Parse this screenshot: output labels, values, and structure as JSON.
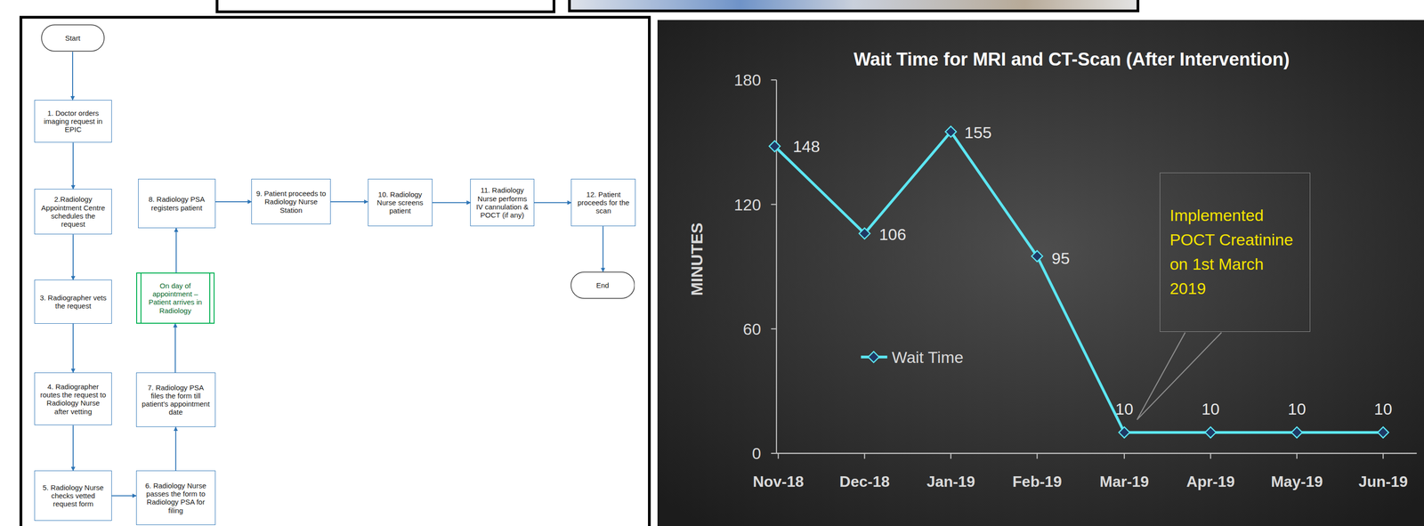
{
  "diagram": {
    "nodes": [
      {
        "text": [
          "Start"
        ]
      },
      {
        "text": [
          "1. Doctor orders imaging request in EPIC"
        ]
      },
      {
        "text": [
          "2.Radiology Appointment Centre schedules the request"
        ]
      },
      {
        "text": [
          "3. Radiographer vets the request"
        ]
      },
      {
        "text": [
          "4. Radiographer routes the request to Radiology Nurse after vetting"
        ]
      },
      {
        "text": [
          "5. Radiology Nurse checks vetted request form"
        ]
      },
      {
        "text": [
          "6. Radiology Nurse passes the form to Radiology PSA for filing"
        ]
      },
      {
        "text": [
          "7. Radiology PSA files the form till patient's appointment date"
        ]
      },
      {
        "text": [
          "On day of appointment – Patient arrives in Radiology"
        ]
      },
      {
        "text": [
          "8. Radiology PSA registers patient"
        ]
      },
      {
        "text": [
          "9. Patient proceeds to Radiology Nurse Station"
        ]
      },
      {
        "text": [
          "10. Radiology Nurse screens patient"
        ]
      },
      {
        "text": [
          "11. Radiology Nurse performs IV cannulation & POCT (if any)"
        ]
      },
      {
        "text": [
          "12. Patient proceeds for the scan"
        ]
      },
      {
        "text": [
          "End"
        ]
      },
      {
        "text": [
          "Implemented POCT Creatinine on 1st March 2019"
        ]
      }
    ],
    "edges": [
      {
        "from": 0,
        "to": 1,
        "arrow": "to"
      },
      {
        "from": 1,
        "to": 2,
        "arrow": "to"
      },
      {
        "from": 2,
        "to": 3,
        "arrow": "to"
      },
      {
        "from": 3,
        "to": 4,
        "arrow": "to"
      },
      {
        "from": 4,
        "to": 5,
        "arrow": "to"
      },
      {
        "from": 5,
        "to": 6,
        "arrow": "to"
      },
      {
        "from": 6,
        "to": 7,
        "arrow": "to"
      },
      {
        "from": 7,
        "to": 8,
        "arrow": "to"
      },
      {
        "from": 8,
        "to": 9,
        "arrow": "to"
      },
      {
        "from": 9,
        "to": 10,
        "arrow": "to"
      },
      {
        "from": 10,
        "to": 11,
        "arrow": "to"
      },
      {
        "from": 11,
        "to": 12,
        "arrow": "to"
      },
      {
        "from": 12,
        "to": 13,
        "arrow": "to"
      },
      {
        "from": 13,
        "to": 14,
        "arrow": "to"
      }
    ],
    "labels": [
      "Wait Time for MRI and CT-Scan (After Intervention)",
      "MINUTES",
      "180",
      "120",
      "60",
      "0",
      "Nov-18",
      "Dec-18",
      "Jan-19",
      "Feb-19",
      "Mar-19",
      "Apr-19",
      "May-19",
      "Jun-19",
      "148",
      "106",
      "155",
      "95",
      "10",
      "10",
      "10",
      "10"
    ],
    "legend": [
      {
        "text": "Wait Time"
      }
    ]
  }
}
